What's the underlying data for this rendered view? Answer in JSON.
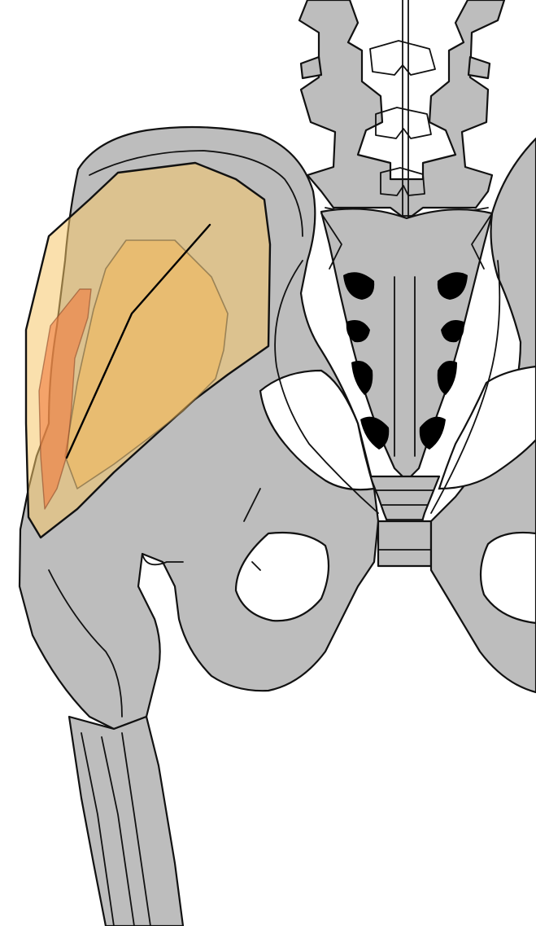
{
  "figure": {
    "colors": {
      "background": "#ffffff",
      "bone_fill": "#bdbdbd",
      "bone_stroke": "#111111",
      "muscle_outer": "#f6c76a",
      "muscle_mid": "#f3b85a",
      "muscle_inner": "#f07a3e",
      "line": "#000000"
    },
    "layers": [
      {
        "name": "lumbar-vertebrae",
        "description": "",
        "visible": true
      },
      {
        "name": "sacrum",
        "description": "",
        "visible": true
      },
      {
        "name": "coccyx",
        "description": "",
        "visible": true
      },
      {
        "name": "right-ilium",
        "description": "",
        "visible": true
      },
      {
        "name": "left-ilium-partial",
        "description": "",
        "visible": true
      },
      {
        "name": "femur",
        "description": "",
        "visible": true
      },
      {
        "name": "muscle-overlay",
        "description": "",
        "visible": true
      }
    ]
  }
}
